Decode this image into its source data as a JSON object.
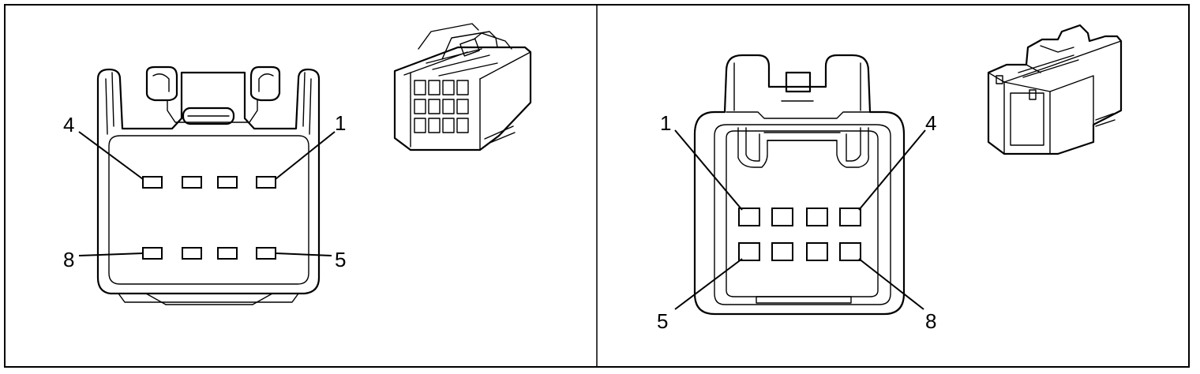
{
  "left_connector": {
    "pins": {
      "top_left": "4",
      "top_right": "1",
      "bottom_left": "8",
      "bottom_right": "5"
    }
  },
  "right_connector": {
    "pins": {
      "top_left": "1",
      "top_right": "4",
      "bottom_left": "5",
      "bottom_right": "8"
    }
  }
}
